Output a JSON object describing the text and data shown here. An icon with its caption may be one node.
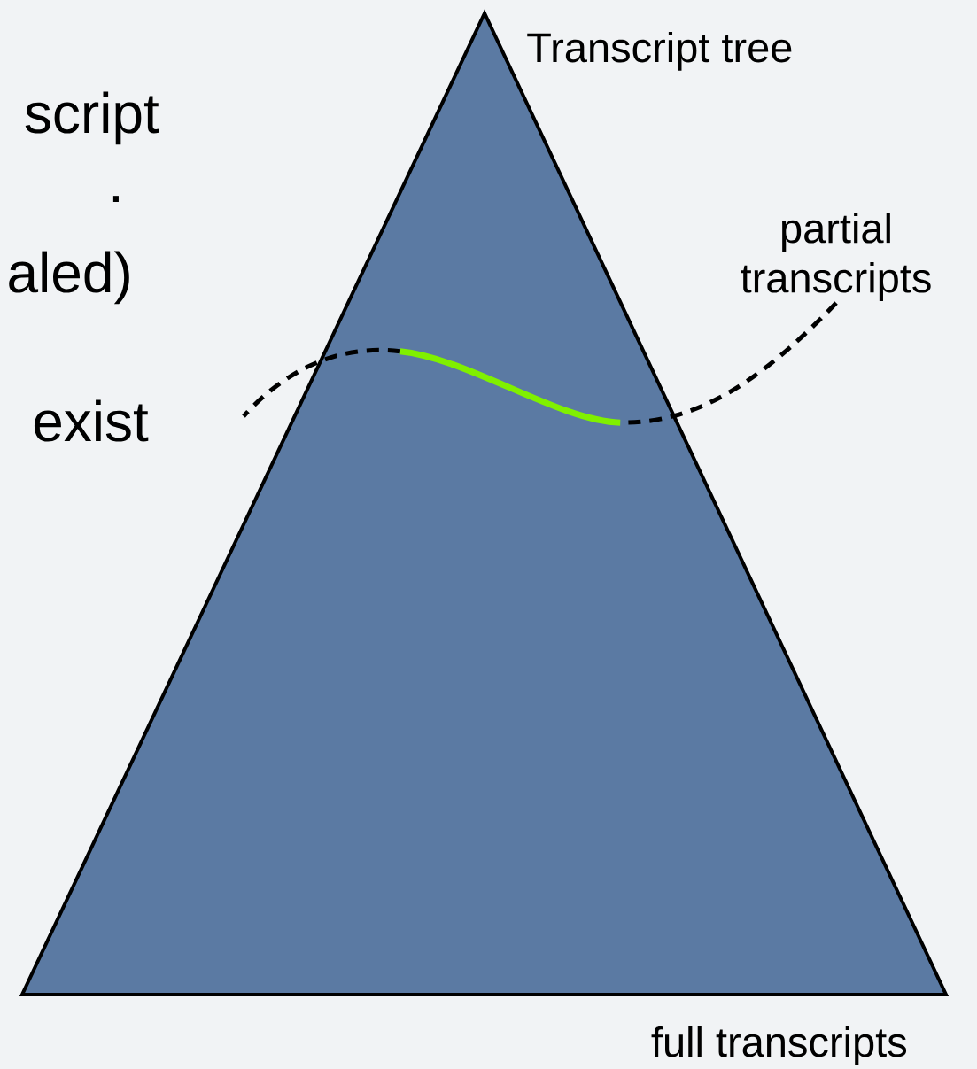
{
  "diagram": {
    "nodes": [
      {
        "text": [
          "Transcript tree"
        ],
        "beside": [
          "full transcripts"
        ]
      },
      {
        "text": [
          "partial transcripts"
        ]
      },
      {
        "text": [],
        "shape": "line",
        "in": 0
      }
    ],
    "edges": [
      {
        "from": 1,
        "to": 2,
        "arrow": "none",
        "style": "dashed"
      },
      {
        "from": 2,
        "to": null,
        "arrow": "none",
        "style": "dashed"
      }
    ],
    "labels": [
      "script",
      ".",
      "aled)",
      "exist"
    ]
  }
}
